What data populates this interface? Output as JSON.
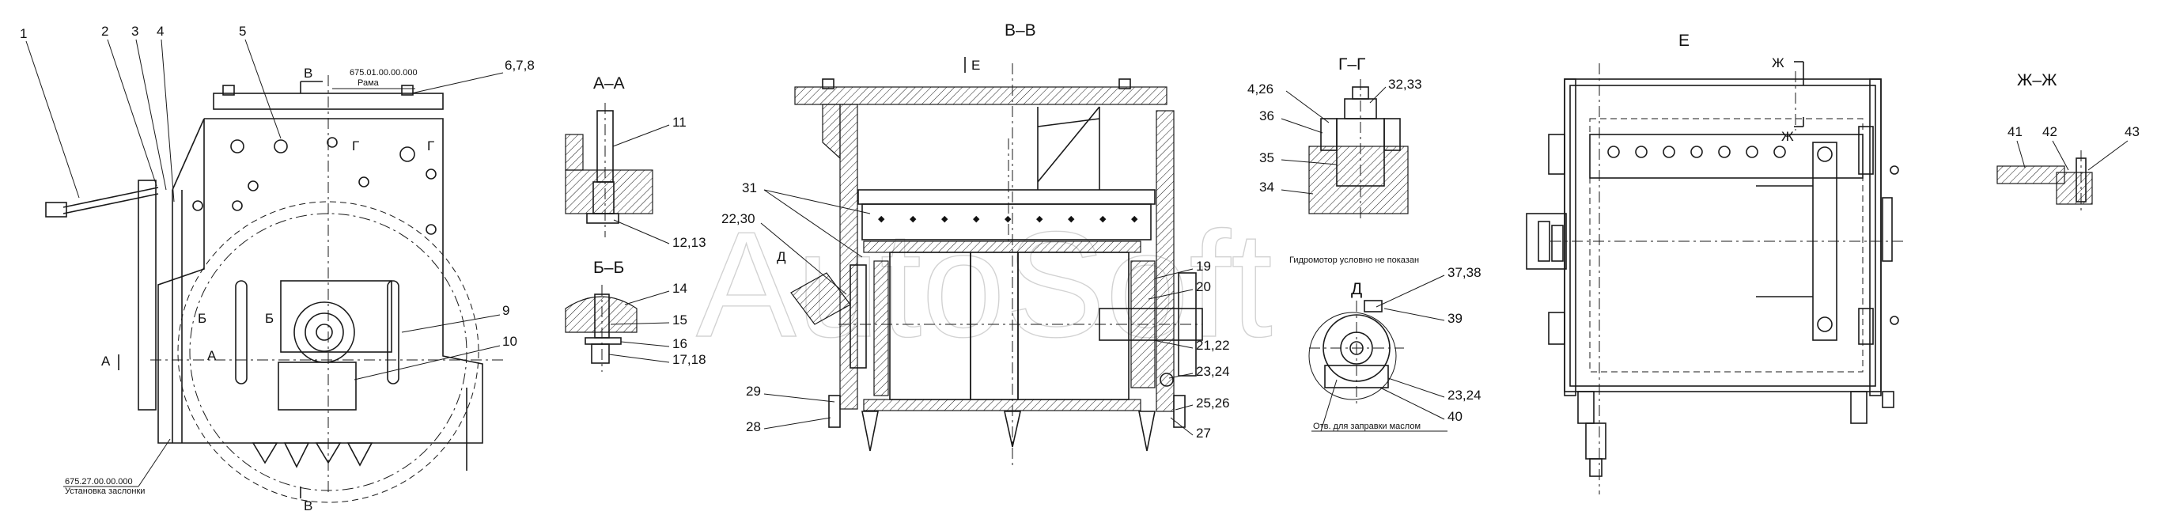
{
  "sections": {
    "bb_main": "В–В",
    "aa": "А–А",
    "bb": "Б–Б",
    "gg": "Г–Г",
    "e": "Е",
    "zz": "Ж–Ж",
    "d": "Д"
  },
  "cut_marks": {
    "b_top": "В",
    "b_bottom": "В",
    "a": "А",
    "a2": "А",
    "b1": "Б",
    "b2": "Б",
    "g1": "Г",
    "g2": "Г",
    "e": "Е",
    "d": "Д",
    "zh_top": "Ж",
    "zh_bot": "Ж"
  },
  "notes": {
    "frame_code": "675.01.00.00.000",
    "frame_name": "Рама",
    "flap_code": "675.27.00.00.000",
    "flap_name": "Установка заслонки",
    "hydromotor": "Гидромотор условно не показан",
    "oil_hole": "Отв. для заправки маслом"
  },
  "callouts": {
    "c1": "1",
    "c2": "2",
    "c3": "3",
    "c4": "4",
    "c5": "5",
    "c678": "6,7,8",
    "c9": "9",
    "c10": "10",
    "c11": "11",
    "c1213": "12,13",
    "c14": "14",
    "c15": "15",
    "c16": "16",
    "c1718": "17,18",
    "c19": "19",
    "c20": "20",
    "c2122": "21,22",
    "c2324a": "23,24",
    "c2526": "25,26",
    "c27": "27",
    "c28": "28",
    "c29": "29",
    "c2230": "22,30",
    "c31": "31",
    "c3233": "32,33",
    "c426": "4,26",
    "c36": "36",
    "c35": "35",
    "c34": "34",
    "c3738": "37,38",
    "c39": "39",
    "c2324b": "23,24",
    "c40": "40",
    "c41": "41",
    "c42": "42",
    "c43": "43"
  },
  "watermark": "AutoSoft"
}
